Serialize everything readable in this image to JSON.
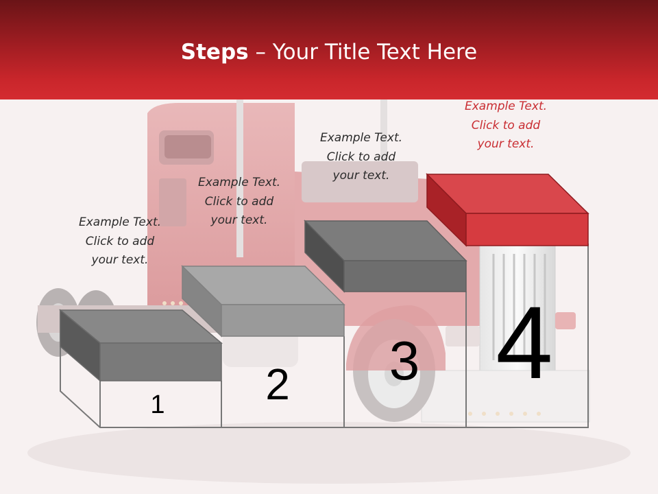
{
  "slide": {
    "title_bold": "Steps",
    "title_rest": " – Your Title Text Here",
    "accent_color": "#c9262b",
    "step_colors": [
      "#7a7a7a",
      "#9a9a9a",
      "#6e6e6e",
      "#d0363b"
    ]
  },
  "steps": [
    {
      "number": "1",
      "caption": [
        "Example Text.",
        "Click  to add",
        "your text."
      ]
    },
    {
      "number": "2",
      "caption": [
        "Example Text.",
        "Click  to add",
        "your text."
      ]
    },
    {
      "number": "3",
      "caption": [
        "Example Text.",
        "Click  to add",
        "your text."
      ]
    },
    {
      "number": "4",
      "caption": [
        "Example Text.",
        "Click  to add",
        "your text."
      ]
    }
  ]
}
